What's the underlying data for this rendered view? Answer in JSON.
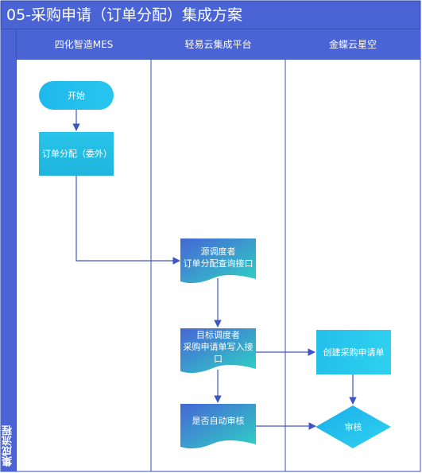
{
  "title": "05-采购申请（订单分配）集成方案",
  "sidebar_label": "集成流程",
  "lanes": [
    {
      "label": "四化智造MES"
    },
    {
      "label": "轻易云集成平台"
    },
    {
      "label": "金蝶云星空"
    }
  ],
  "nodes": {
    "start": "开始",
    "assign": "订单分配（委外）",
    "source": "源调度者\n订单分配查询接口",
    "target": "目标调度者\n采购申请单写入接口",
    "auto": "是否自动审核",
    "create": "创建采购申请单",
    "review": "审核"
  },
  "colors": {
    "header": "#4a64d6",
    "border": "#3a52b8",
    "arrow": "#3d56c4",
    "node_top": "#2fc1e6",
    "node_bottom": "#1ab0d8",
    "doc_top": "#4a64d6",
    "doc_bottom": "#2ec9c4"
  }
}
